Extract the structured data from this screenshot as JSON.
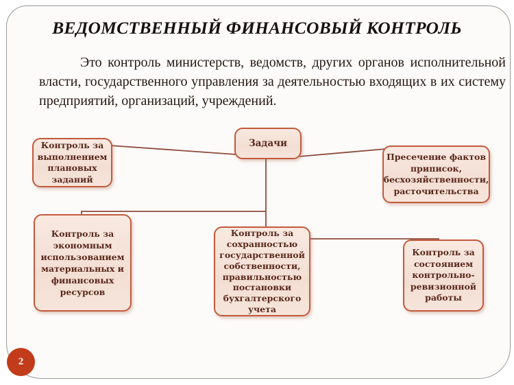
{
  "slide": {
    "page_number": "2",
    "title": "ВЕДОМСТВЕННЫЙ ФИНАНСОВЫЙ КОНТРОЛЬ",
    "paragraph": "Это контроль министерств, ведомств, других органов исполнительной власти, государственного управления за деятельностью входящих в их систему предприятий, организаций, учреждений."
  },
  "diagram": {
    "root_label": "Задачи",
    "tasks": [
      {
        "label": "Контроль за выполнением плановых заданий"
      },
      {
        "label": "Пресечение фактов приписок, бесхозяйственности, расточительства"
      },
      {
        "label": "Контроль за экономным использованием материальных и финансовых ресурсов"
      },
      {
        "label": "Контроль за сохранностью государственной собственности, правильностью постановки бухгалтерского учета"
      },
      {
        "label": "Контроль за состоянием контрольно-ревизионной работы"
      }
    ]
  },
  "colors": {
    "box_border": "#c2593c",
    "box_fill": "#f5e3d9",
    "box_text": "#5a291c",
    "connector": "#8c4a3b",
    "title_text": "#161110",
    "body_text": "#241712",
    "frame_border": "#979797",
    "slide_background": "#fdfbf9",
    "page_badge_background": "#c23b1a",
    "page_badge_text": "#ffffff"
  }
}
